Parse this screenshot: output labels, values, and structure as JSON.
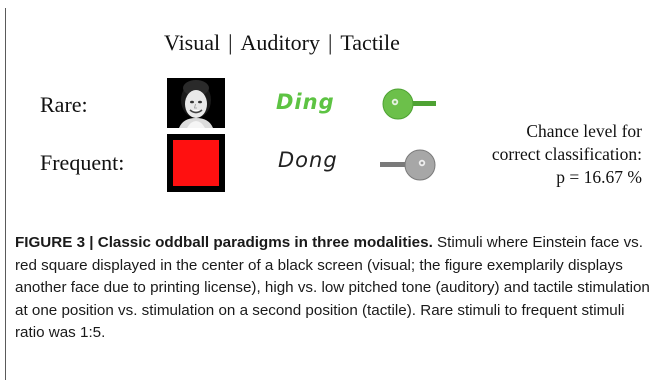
{
  "header": {
    "visual": "Visual",
    "auditory": "Auditory",
    "tactile": "Tactile",
    "separator": "|"
  },
  "rows": {
    "rare_label": "Rare:",
    "frequent_label": "Frequent:"
  },
  "auditory_words": {
    "rare": "Ding",
    "frequent": "Dong"
  },
  "chance": {
    "line1": "Chance level for",
    "line2": "correct classification:",
    "line3": "p = 16.67 %"
  },
  "caption": {
    "title": "FIGURE 3 | Classic oddball paradigms in three modalities.",
    "body": " Stimuli where Einstein face vs. red square displayed in the center of a black screen (visual; the figure exemplarily displays another face due to printing license), high vs. low pitched tone (auditory) and tactile stimulation at one position vs. stimulation on a second position (tactile). Rare stimuli to frequent stimuli ratio was 1:5."
  },
  "colors": {
    "ding_green": "#5dc343",
    "square_red": "#ff1010",
    "tactile_green": "#6cc04a",
    "tactile_gray": "#9a9a9a"
  },
  "icons": {
    "face": "face-portrait-icon",
    "tactile_rare": "tactile-stimulator-green-icon",
    "tactile_frequent": "tactile-stimulator-gray-icon"
  }
}
